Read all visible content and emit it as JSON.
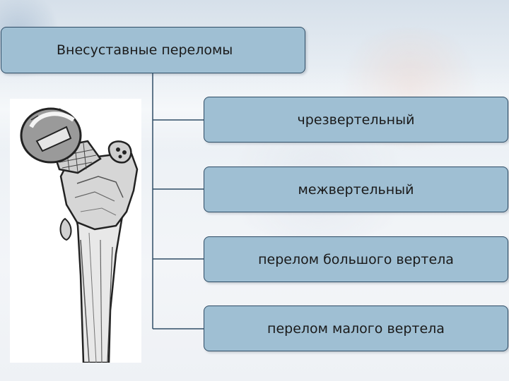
{
  "main": {
    "title": "Внесуставные переломы"
  },
  "subtypes": [
    {
      "label": "чрезвертельный"
    },
    {
      "label": "межвертельный"
    },
    {
      "label": "перелом большого вертела"
    },
    {
      "label": "перелом малого вертела"
    }
  ],
  "colors": {
    "box_fill": "#9fbfd3",
    "box_border": "#2f4d66",
    "connector": "#2f4d66"
  },
  "icons": {
    "illustration": "femur-bone-illustration"
  }
}
